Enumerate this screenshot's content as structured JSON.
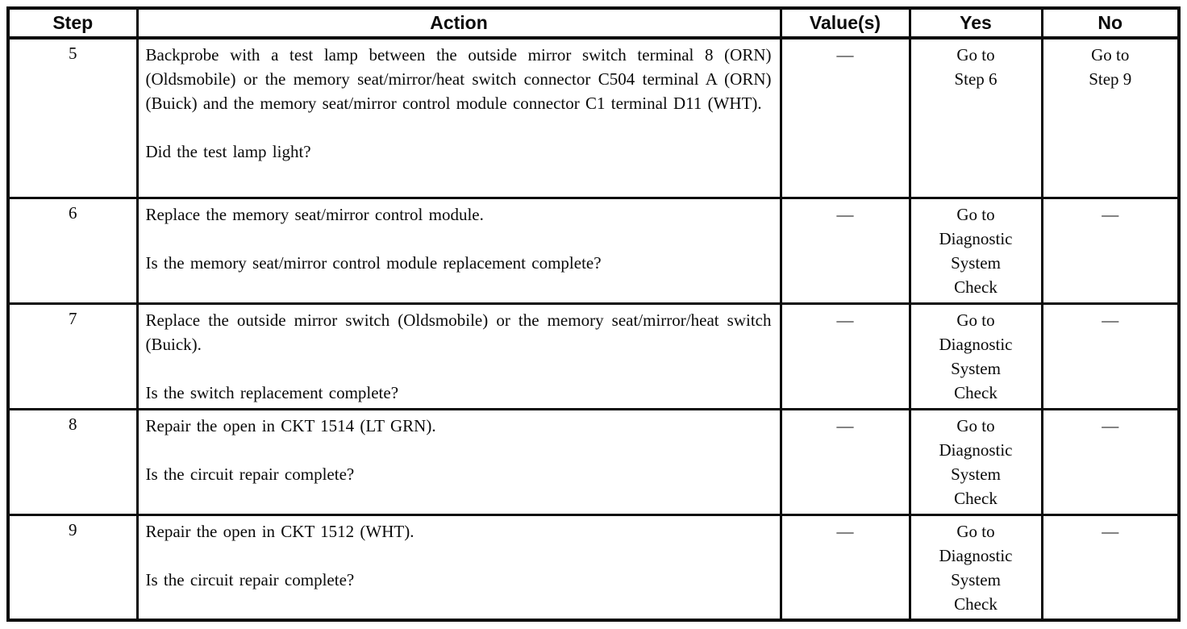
{
  "table": {
    "headers": [
      "Step",
      "Action",
      "Value(s)",
      "Yes",
      "No"
    ],
    "rows": [
      {
        "step": "5",
        "action": "Backprobe with a test lamp between the outside mirror switch terminal 8 (ORN) (Oldsmobile) or the memory seat/mirror/heat switch connector C504 terminal A (ORN) (Buick) and the memory seat/mirror control module connector C1 terminal D11 (WHT).",
        "question": "Did the test lamp light?",
        "values": "—",
        "yes": "Go to\nStep 6",
        "no": "Go to\nStep 9"
      },
      {
        "step": "6",
        "action": "Replace the memory seat/mirror control module.",
        "question": "Is the memory seat/mirror control module replacement complete?",
        "values": "—",
        "yes": "Go to\nDiagnostic\nSystem\nCheck",
        "no": "—"
      },
      {
        "step": "7",
        "action": "Replace the outside mirror switch (Oldsmobile) or the memory seat/mirror/heat switch (Buick).",
        "question": "Is the switch replacement complete?",
        "values": "—",
        "yes": "Go to\nDiagnostic\nSystem\nCheck",
        "no": "—"
      },
      {
        "step": "8",
        "action": "Repair the open in CKT 1514 (LT GRN).",
        "question": "Is the circuit repair complete?",
        "values": "—",
        "yes": "Go to\nDiagnostic\nSystem\nCheck",
        "no": "—"
      },
      {
        "step": "9",
        "action": "Repair the open in CKT 1512 (WHT).",
        "question": "Is the circuit repair complete?",
        "values": "—",
        "yes": "Go to\nDiagnostic\nSystem\nCheck",
        "no": "—"
      }
    ]
  }
}
